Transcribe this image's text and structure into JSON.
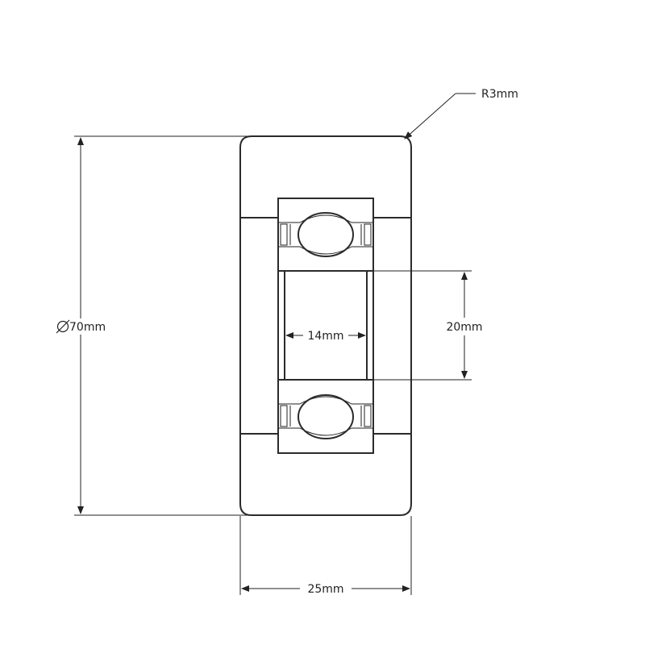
{
  "drawing": {
    "dimensions": {
      "radius": "R3mm",
      "outer_diameter": "70mm",
      "width": "25mm",
      "bore_diameter": "20mm",
      "bore_width": "14mm"
    },
    "colors": {
      "line": "#2b2b2b",
      "hatch": "#555555",
      "background": "#ffffff"
    }
  }
}
